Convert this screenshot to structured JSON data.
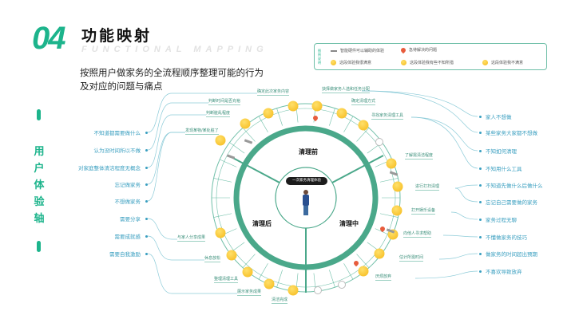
{
  "header": {
    "number": "04",
    "title": "功能映射",
    "subtitle": "FUNCTIONAL MAPPING",
    "description": "按照用户做家务的全流程顺序整理可能的行为及对应的问题与痛点"
  },
  "legend": {
    "title": "图例说明",
    "items": [
      "智能硬件可以辅助的体验",
      "急待解决的问题",
      "这段体验我很满意",
      "这段体验我有些不知所措",
      "这段体验我不满意"
    ]
  },
  "axis": {
    "title": "用户体验轴"
  },
  "center": {
    "label": "一次家务清理体验",
    "sections": [
      "清理前",
      "清理中",
      "清理后"
    ]
  },
  "left_needs": [
    "不知道都需要做什么",
    "认为没时间所以不做",
    "对家庭整体清洁程度无概念",
    "忘记做家务",
    "不想做家务",
    "需要分享",
    "需要成就感",
    "需要自我激励"
  ],
  "right_problems": [
    "家人不想做",
    "某些家务大家都不想做",
    "不知如何清理",
    "不知用什么工具",
    "不知道先做什么后做什么",
    "忘记自己需要做的家务",
    "家务过程无聊",
    "不懂做家务的技巧",
    "做家务的时间超出预期",
    "不喜欢导致放弃"
  ],
  "steps": [
    "发现某物/某处脏了",
    "判断脏乱程度",
    "判断时间是否充裕",
    "确定此次家务内容",
    "抉择做家务人选和任务分配",
    "确定清理方式",
    "寻找家务清理工具",
    "了解需清洁程度",
    "进行打扫清理",
    "打开娱乐设备",
    "向他人寻求帮助",
    "估计所需时间",
    "厌烦放弃",
    "清洁完成",
    "展示家务成果",
    "整理清理工具",
    "休息放松",
    "与家人分享成果"
  ],
  "colors": {
    "accent": "#1db48c",
    "ring": "#4aa88a",
    "text_blue": "#3a9fc0"
  }
}
